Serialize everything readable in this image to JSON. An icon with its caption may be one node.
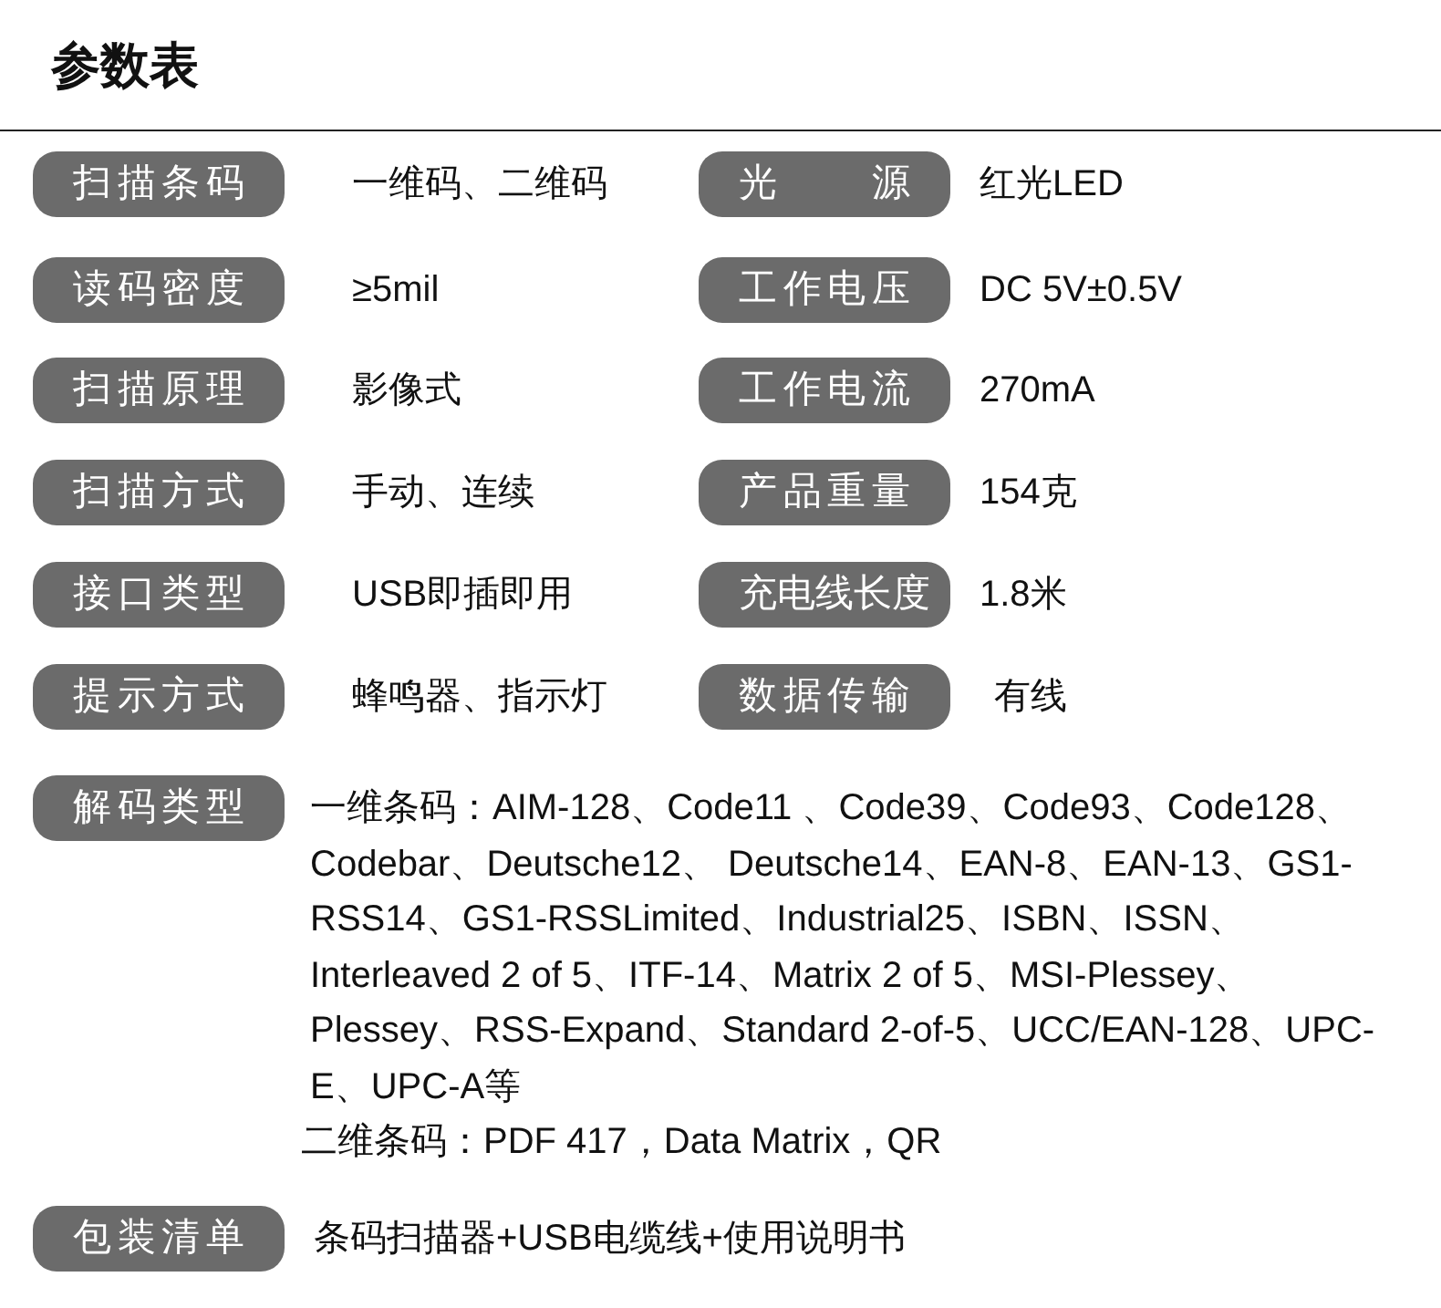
{
  "diagram": {
    "title": "参数表",
    "nodes": [
      {
        "text": [
          "扫描条码"
        ],
        "beside": [
          "一维码、二维码"
        ]
      },
      {
        "text": [
          "光源"
        ],
        "beside": [
          "红光LED"
        ]
      },
      {
        "text": [
          "读码密度"
        ],
        "beside": [
          "≥5mil"
        ]
      },
      {
        "text": [
          "工作电压"
        ],
        "beside": [
          "DC 5V±0.5V"
        ]
      },
      {
        "text": [
          "扫描原理"
        ],
        "beside": [
          "影像式"
        ]
      },
      {
        "text": [
          "工作电流"
        ],
        "beside": [
          "270mA"
        ]
      },
      {
        "text": [
          "扫描方式"
        ],
        "beside": [
          "手动、连续"
        ]
      },
      {
        "text": [
          "产品重量"
        ],
        "beside": [
          "154克"
        ]
      },
      {
        "text": [
          "接口类型"
        ],
        "beside": [
          "USB即插即用"
        ]
      },
      {
        "text": [
          "充电线长度"
        ],
        "beside": [
          "1.8米"
        ]
      },
      {
        "text": [
          "提示方式"
        ],
        "beside": [
          "蜂鸣器、指示灯"
        ]
      },
      {
        "text": [
          "数据传输"
        ],
        "beside": [
          "有线"
        ]
      },
      {
        "text": [
          "解码类型"
        ],
        "beside": [
          "一维条码：AIM-128、Code11 、Code39、Code93、Code128、Codebar、Deutsche12、 Deutsche14、EAN-8、EAN-13、GS1-RSS14、GS1-RSSLimited、Industrial25、ISBN、ISSN、Interleaved 2 of 5、ITF-14、Matrix 2 of 5、MSI-Plessey、Plessey、RSS-Expand、Standard 2-of-5、UCC/EAN-128、UPC-E、UPC-A等",
          "二维条码：PDF 417，Data Matrix，QR"
        ]
      },
      {
        "text": [
          "包装清单"
        ],
        "beside": [
          "条码扫描器+USB电缆线+使用说明书"
        ]
      }
    ]
  }
}
